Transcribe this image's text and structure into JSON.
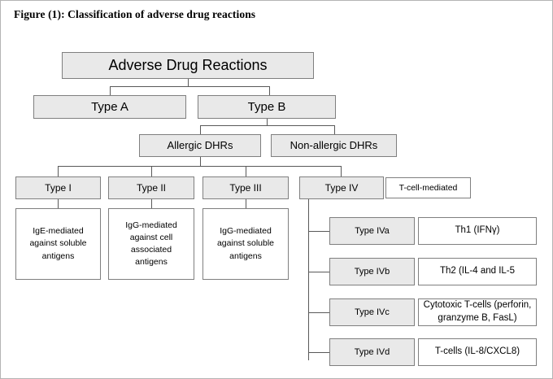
{
  "figure": {
    "caption": "Figure (1): Classification of adverse drug reactions"
  },
  "diagram": {
    "type": "hierarchy-flowchart",
    "root": {
      "label": "Adverse Drug Reactions"
    },
    "level1": [
      {
        "label": "Type A"
      },
      {
        "label": "Type B"
      }
    ],
    "level2": [
      {
        "label": "Allergic DHRs"
      },
      {
        "label": "Non-allergic DHRs"
      }
    ],
    "level3": [
      {
        "label": "Type I"
      },
      {
        "label": "Type II"
      },
      {
        "label": "Type III"
      },
      {
        "label": "Type IV"
      }
    ],
    "annotation": {
      "label": "T-cell-mediated"
    },
    "descriptions": [
      {
        "label": "IgE-mediated against soluble antigens"
      },
      {
        "label": "IgG-mediated against cell associated antigens"
      },
      {
        "label": "IgG-mediated against soluble antigens"
      }
    ],
    "subtypes": [
      {
        "label": "Type IVa",
        "value": "Th1 (IFNγ)"
      },
      {
        "label": "Type IVb",
        "value": "Th2 (IL-4 and IL-5"
      },
      {
        "label": "Type IVc",
        "value": "Cytotoxic T-cells (perforin, granzyme B, FasL)"
      },
      {
        "label": "Type IVd",
        "value": "T-cells (IL-8/CXCL8)"
      }
    ],
    "colors": {
      "box_fill": "#e9e9e9",
      "box_border": "#7f7f7f",
      "white_fill": "#ffffff",
      "connector": "#595959",
      "text": "#000000",
      "frame": "#b4b4b4"
    }
  }
}
